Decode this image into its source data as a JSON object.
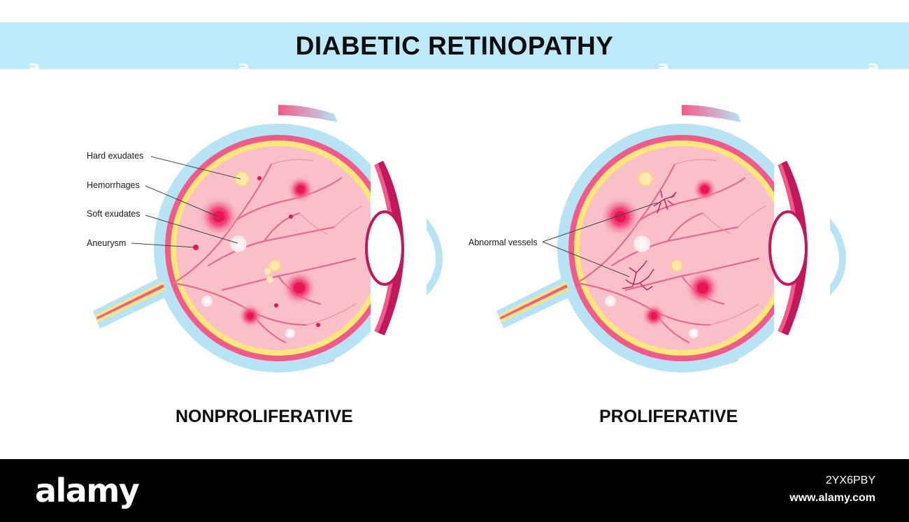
{
  "title": "DIABETIC RETINOPATHY",
  "watermark_letter": "a",
  "left_eye": {
    "caption": "NONPROLIFERATIVE",
    "labels": {
      "hard_exudates": "Hard exudates",
      "hemorrhages": "Hemorrhages",
      "soft_exudates": "Soft exudates",
      "aneurysm": "Aneurysm"
    }
  },
  "right_eye": {
    "caption": "PROLIFERATIVE",
    "labels": {
      "abnormal_vessels": "Abnormal vessels"
    }
  },
  "footer": {
    "brand": "alamy",
    "image_id": "2YX6PBY",
    "site": "www.alamy.com"
  },
  "colors": {
    "title_band": "#bde9f9",
    "sclera": "#b8e3f5",
    "choroid": "#f25a8a",
    "retina_layer": "#fbe77a",
    "vitreous": "#f9c0c9",
    "hemorrhage": "#e8164f",
    "exudate": "#fde8b0",
    "footer": "#000000"
  }
}
